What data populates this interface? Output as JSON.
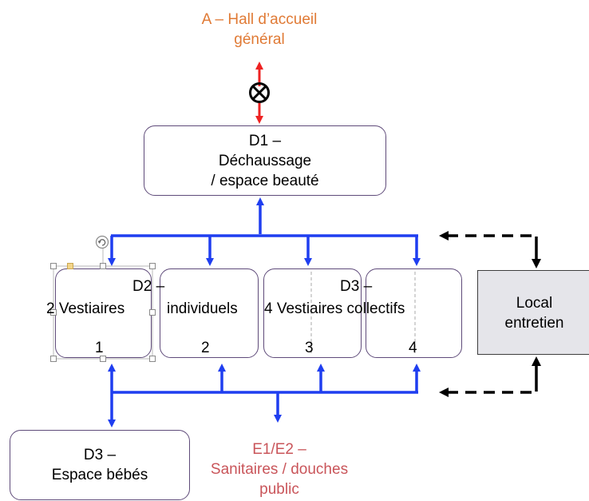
{
  "nodes": {
    "hall": {
      "line1": "A – Hall d’accueil",
      "line2": "général"
    },
    "d1": {
      "line1": "D1 –",
      "line2": "Déchaussage",
      "line3": "/ espace beauté"
    },
    "d2_title": "D2 –",
    "d2_text_left": "2 Vestiaires",
    "d2_text_right": "individuels",
    "d3_title": "D3 –",
    "d3_text": "4 Vestiaires collectifs",
    "box_numbers": [
      "1",
      "2",
      "3",
      "4"
    ],
    "local": {
      "line1": "Local",
      "line2": "entretien"
    },
    "bebes": {
      "line1": "D3 –",
      "line2": "Espace bébés"
    },
    "sanitaires": {
      "line1": "E1/E2 –",
      "line2": "Sanitaires / douches",
      "line3": "public"
    }
  },
  "colors": {
    "arrow_blue": "#1f3ef0",
    "arrow_red": "#ee2222",
    "hall_text": "#e07a35",
    "sanitaires_text": "#c9555a",
    "box_border": "#5f4b7a",
    "local_fill": "#e5e5ea"
  },
  "icons": {
    "blocked": "circle-x-icon",
    "rotate": "rotate-handle-icon"
  }
}
